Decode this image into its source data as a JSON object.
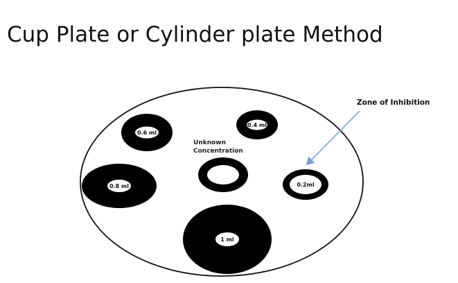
{
  "slide": {
    "title": "Cup Plate or Cylinder plate Method"
  },
  "diagram": {
    "colors": {
      "plate_outline": "#111111",
      "zone": "#000000",
      "cup": "#ffffff",
      "arrow": "#6fa3d9"
    },
    "cups": [
      {
        "id": "cup-0-6ml",
        "label": "0.6 ml"
      },
      {
        "id": "cup-0-4ml",
        "label": "0.4 ml"
      },
      {
        "id": "cup-0-8ml",
        "label": "0.8 ml"
      },
      {
        "id": "cup-0-2ml",
        "label": "0.2ml"
      },
      {
        "id": "cup-1ml",
        "label": "1 ml"
      }
    ],
    "unknown": {
      "line1": "Unknown",
      "line2": "Concentration"
    },
    "annotation": {
      "label": "Zone of Inhibition"
    }
  }
}
